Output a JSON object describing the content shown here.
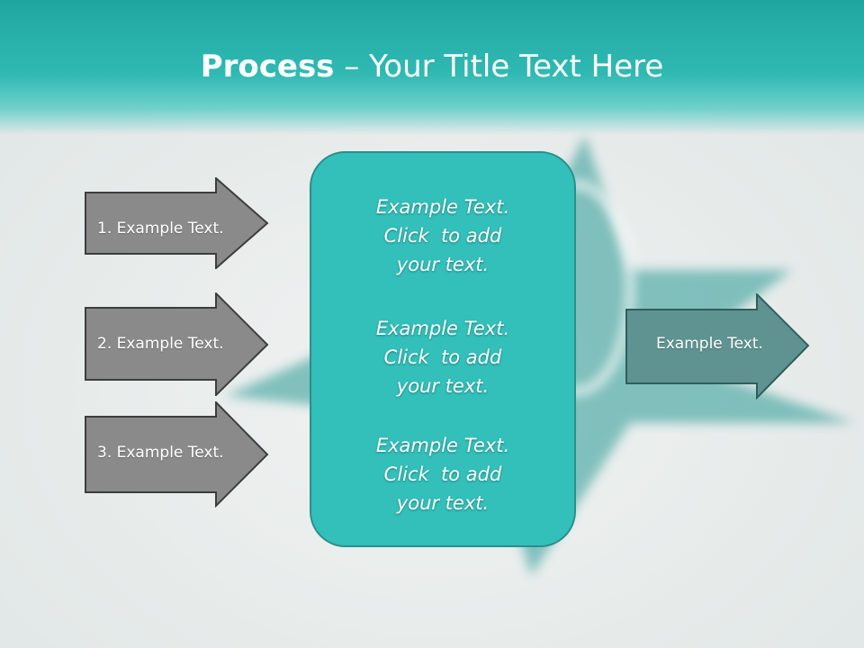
{
  "title": {
    "bold": "Process",
    "rest": " – Your Title Text Here"
  },
  "left_arrows": [
    {
      "label": "1. Example Text."
    },
    {
      "label": "2. Example Text."
    },
    {
      "label": "3. Example Text."
    }
  ],
  "center_blocks": [
    {
      "lines": [
        "Example Text.",
        "Click  to add",
        "your text."
      ]
    },
    {
      "lines": [
        "Example Text.",
        "Click  to add",
        "your text."
      ]
    },
    {
      "lines": [
        "Example Text.",
        "Click  to add",
        "your text."
      ]
    }
  ],
  "right_arrow": {
    "label": "Example Text."
  },
  "colors": {
    "teal": "#33bfba",
    "teal_dark": "#2a8f8b",
    "grey_arrow": "#8a8a8a",
    "right_arrow": "#5e9391"
  }
}
